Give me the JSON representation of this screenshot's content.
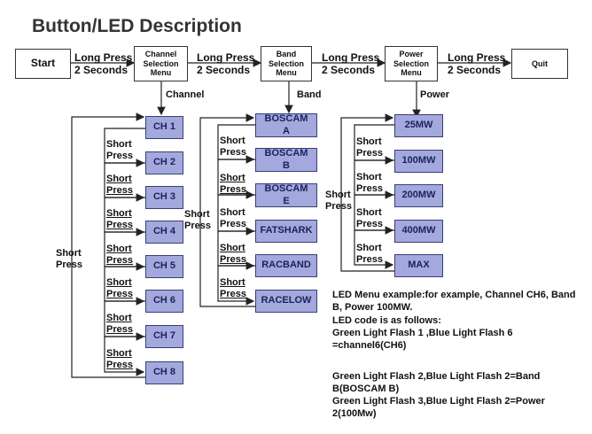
{
  "title": "Button/LED Description",
  "flow": {
    "start": "Start",
    "channel_menu": [
      "Channel",
      "Selection",
      "Menu"
    ],
    "band_menu": [
      "Band",
      "Selection",
      "Menu"
    ],
    "power_menu": [
      "Power",
      "Selection",
      "Menu"
    ],
    "quit": "Quit",
    "long_press": "Long Press",
    "two_seconds": "2 Seconds"
  },
  "sections": {
    "channel": "Channel",
    "band": "Band",
    "power": "Power"
  },
  "short_press": [
    "Short",
    "Press"
  ],
  "channels": [
    "CH 1",
    "CH 2",
    "CH 3",
    "CH 4",
    "CH 5",
    "CH 6",
    "CH 7",
    "CH 8"
  ],
  "bands": [
    [
      "BOSCAM",
      "A"
    ],
    [
      "BOSCAM",
      "B"
    ],
    [
      "BOSCAM",
      "E"
    ],
    [
      "FATSHARK"
    ],
    [
      "RACBAND"
    ],
    [
      "RACELOW"
    ]
  ],
  "powers": [
    "25MW",
    "100MW",
    "200MW",
    "400MW",
    "MAX"
  ],
  "description": {
    "intro": "LED Menu example:for example, Channel CH6, Band B, Power 100MW.",
    "code_intro": "LED code is as follows:",
    "line1": "Green Light Flash 1 ,Blue Light Flash 6 =channel6(CH6)",
    "line2": "Green Light Flash 2,Blue Light Flash 2=Band B(BOSCAM B)",
    "line3": "Green Light Flash 3,Blue Light Flash 2=Power 2(100Mw)"
  }
}
